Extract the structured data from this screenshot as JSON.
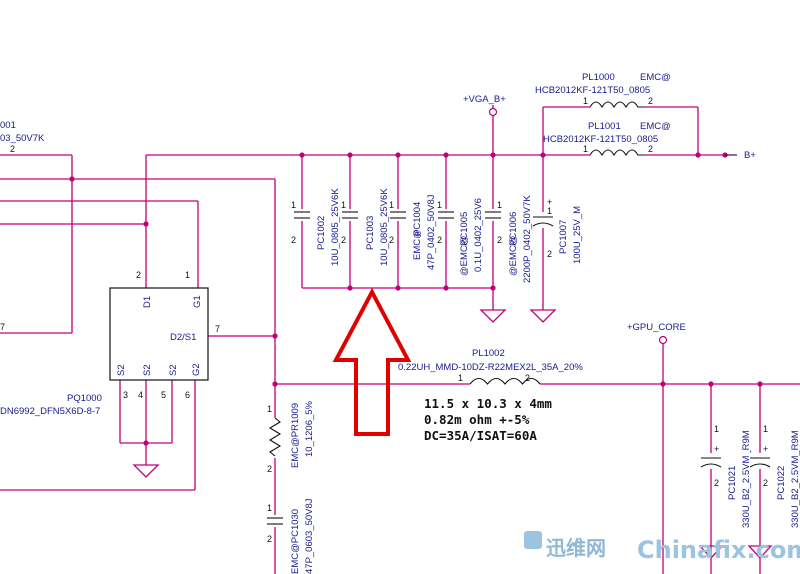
{
  "nets": {
    "vga_b": "+VGA_B+",
    "gpu_core": "+GPU_CORE",
    "b_plus": "B+"
  },
  "left_stub": {
    "ref": "001",
    "value": "03_50V7K",
    "pin2": "2",
    "pin7": "7"
  },
  "pl1000": {
    "ref": "PL1000",
    "emc": "EMC@",
    "value": "HCB2012KF-121T50_0805",
    "pin1": "1",
    "pin2": "2"
  },
  "pl1001": {
    "ref": "PL1001",
    "emc": "EMC@",
    "value": "HCB2012KF-121T50_0805",
    "pin1": "1",
    "pin2": "2"
  },
  "caps_top": [
    {
      "ref": "PC1002",
      "value": "10U_0805_25V6K",
      "p1": "1",
      "p2": "2"
    },
    {
      "ref": "PC1003",
      "value": "10U_0805_25V6K",
      "p1": "1",
      "p2": "2"
    },
    {
      "ref": "PC1004",
      "value": "47P_0402_50V8J",
      "prefix": "EMC@",
      "p1": "1",
      "p2": "2"
    },
    {
      "ref": "PC1005",
      "value": "0.1U_0402_25V6",
      "prefix": "@EMC@",
      "p1": "1",
      "p2": "2"
    },
    {
      "ref": "PC1006",
      "value": "2200P_0402_50V7K",
      "prefix": "@EMC@",
      "p1": "1",
      "p2": "2"
    },
    {
      "ref": "PC1007",
      "value": "100U_25V_M",
      "p1": "1",
      "p2": "2",
      "plus": "+"
    }
  ],
  "pq1000": {
    "ref": "PQ1000",
    "value": "DN6992_DFN5X6D-8-7",
    "pins": {
      "d1": "D1",
      "g1": "G1",
      "d2s1": "D2/S1",
      "s2a": "S2",
      "s2b": "S2",
      "s2c": "S2",
      "g2": "G2"
    },
    "pin_nums": {
      "p2": "2",
      "p1": "1",
      "p7": "7",
      "p3": "3",
      "p4": "4",
      "p5": "5",
      "p6": "6"
    }
  },
  "pl1002": {
    "ref": "PL1002",
    "value": "0.22UH_MMD-10DZ-R22MEX2L_35A_20%",
    "pin1": "1",
    "pin2": "2"
  },
  "note_lines": [
    "11.5 x 10.3 x 4mm",
    "0.82m ohm +-5%",
    "DC=35A/ISAT=60A"
  ],
  "pr1009": {
    "ref": "EMC@PR1009",
    "value": "10_1206_5%",
    "p1": "1",
    "p2": "2"
  },
  "pc1030": {
    "ref": "EMC@PC1030",
    "value": "47P_0603_50V8J",
    "p1": "1",
    "p2": "2"
  },
  "pc1021": {
    "ref": "PC1021",
    "value": "330U_B2_2.5VM_R9M",
    "p1": "1",
    "p2": "2",
    "plus": "+"
  },
  "pc1022": {
    "ref": "PC1022",
    "value": "330U_B2_2.5VM_R9M",
    "p1": "1",
    "p2": "2",
    "plus": "+"
  },
  "watermark": {
    "cn": "迅维网",
    "en": "Chinafix.com"
  },
  "colors": {
    "wire": "#c0007a",
    "text": "#1a1a8c",
    "arrow": "#e00000"
  }
}
